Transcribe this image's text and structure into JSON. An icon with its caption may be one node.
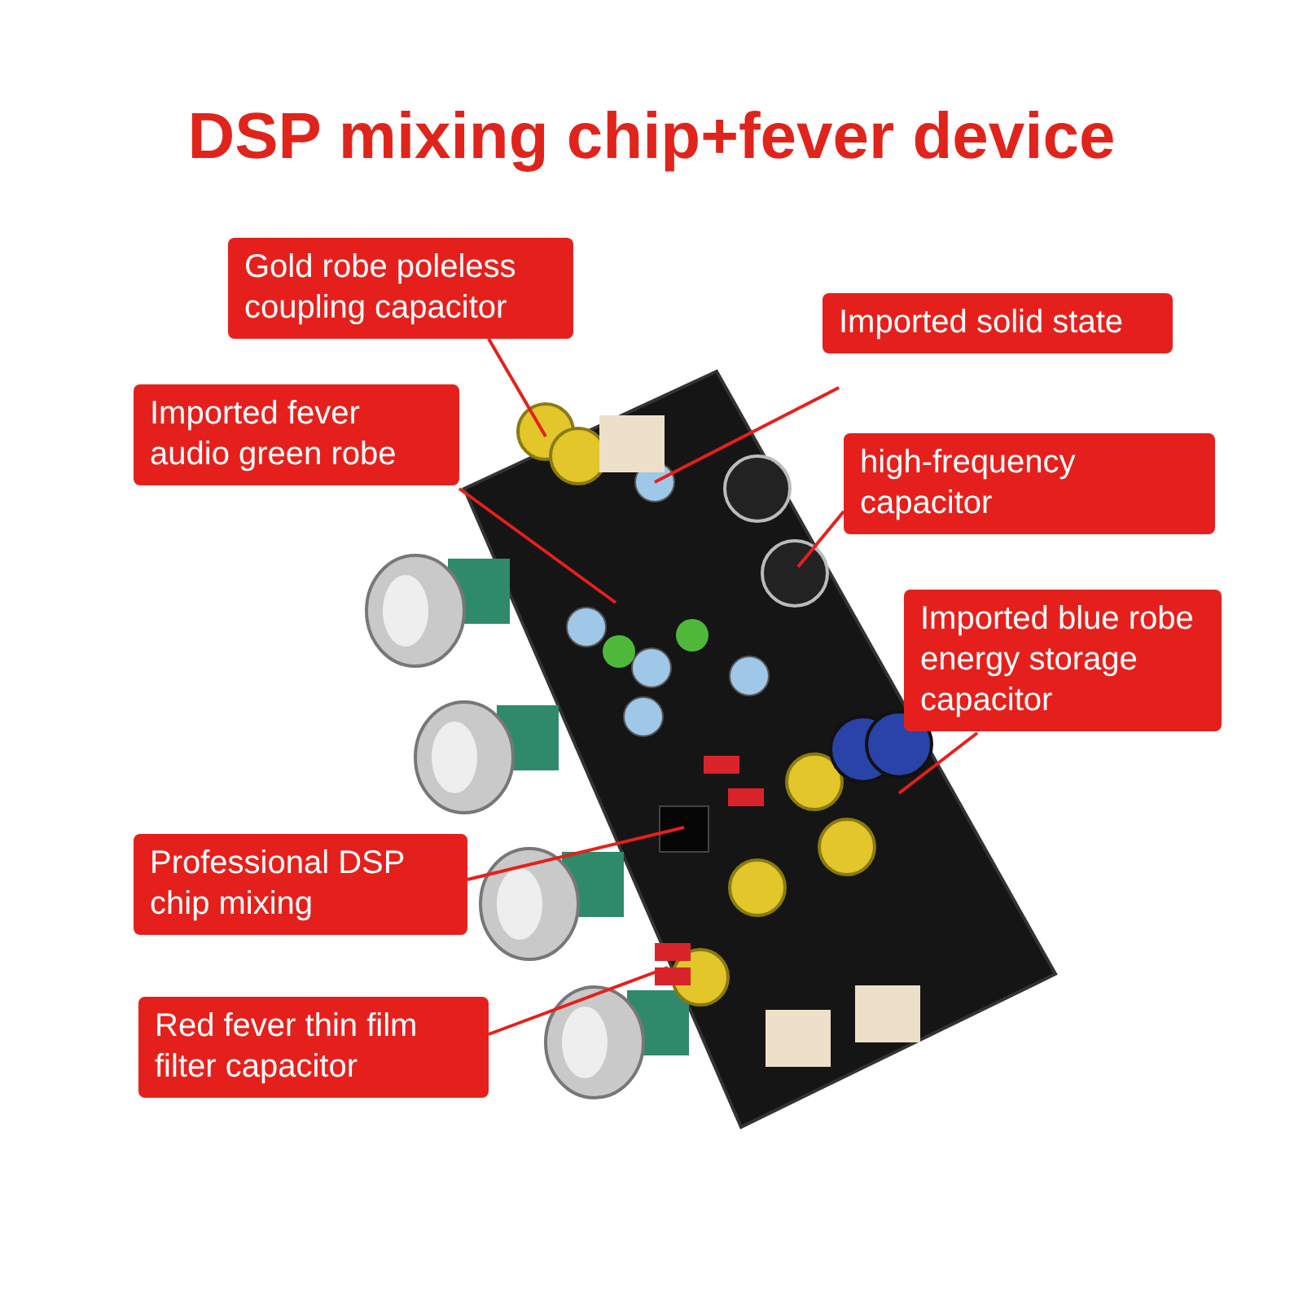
{
  "diagram": {
    "title": "DSP mixing chip+fever device",
    "nodes": [
      {
        "text": [],
        "shape": "picture"
      },
      {
        "text": [
          "Gold robe poleless coupling capacitor"
        ]
      },
      {
        "text": [
          "Imported solid state"
        ]
      },
      {
        "text": [
          "Imported fever audio green robe"
        ]
      },
      {
        "text": [
          "high-frequency capacitor"
        ]
      },
      {
        "text": [
          "Imported blue robe energy storage capacitor"
        ]
      },
      {
        "text": [
          "Professional DSP chip mixing"
        ]
      },
      {
        "text": [
          "Red fever thin film filter capacitor"
        ]
      }
    ],
    "edges": [
      {
        "from": 1,
        "to": 0,
        "arrow": "none"
      },
      {
        "from": 2,
        "to": 0,
        "arrow": "none"
      },
      {
        "from": 3,
        "to": 0,
        "arrow": "none"
      },
      {
        "from": 4,
        "to": 0,
        "arrow": "none"
      },
      {
        "from": 5,
        "to": 0,
        "arrow": "none"
      },
      {
        "from": 6,
        "to": 0,
        "arrow": "none"
      },
      {
        "from": 7,
        "to": 0,
        "arrow": "none"
      }
    ]
  }
}
